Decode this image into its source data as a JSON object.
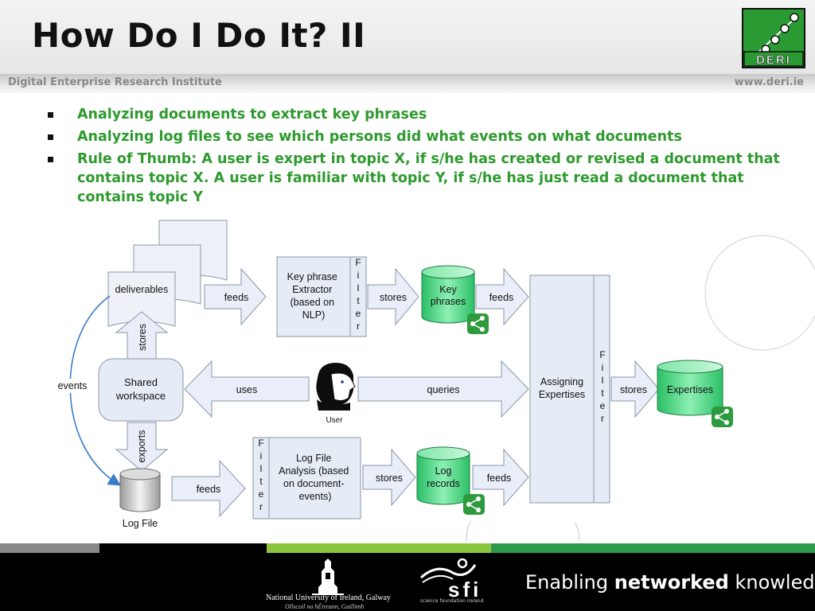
{
  "slide": {
    "title": "How Do I Do It? II",
    "institute": "Digital Enterprise Research Institute",
    "url": "www.deri.ie",
    "logo_text": "DERI"
  },
  "bullets": [
    "Analyzing documents to extract key phrases",
    "Analyzing log files to see which persons did what events on what documents",
    "Rule of Thumb: A user is expert in topic X, if s/he has created or revised a document that contains topic X. A user is familiar with topic Y, if s/he has just read a document that contains topic Y"
  ],
  "diagram": {
    "deliverables": "deliverables",
    "feeds": "feeds",
    "stores": "stores",
    "uses": "uses",
    "queries": "queries",
    "exports": "exports",
    "events": "events",
    "keyphrase_lines": [
      "Key phrase",
      "Extractor",
      "(based on",
      "NLP)"
    ],
    "key_phrases_lines": [
      "Key",
      "phrases"
    ],
    "shared_lines": [
      "Shared",
      "workspace"
    ],
    "user": "User",
    "logfile_analysis_lines": [
      "Log File",
      "Analysis (based",
      "on document-",
      "events)"
    ],
    "log_records_lines": [
      "Log",
      "records"
    ],
    "log_file": "Log File",
    "assigning_lines": [
      "Assigning",
      "Expertises"
    ],
    "expertises": "Expertises",
    "filter_letters": [
      "F",
      "i",
      "l",
      "t",
      "e",
      "r"
    ]
  },
  "footer": {
    "nuig_line1": "National University of Ireland, Galway",
    "nuig_line2": "Ollscoil na hÉireann, Gaillimh",
    "sfi_logo": "sfi",
    "sfi_line": "science foundation ireland",
    "tagline_pre": "Enabling ",
    "tagline_bold": "networked",
    "tagline_post": " knowledge."
  },
  "colors": {
    "bullet_text": "#2e9a2e",
    "green_cylinder": "#33cc77",
    "box_fill": "#e6ecf6",
    "arrow_fill": "#e9eef8",
    "line": "#7a8595"
  }
}
